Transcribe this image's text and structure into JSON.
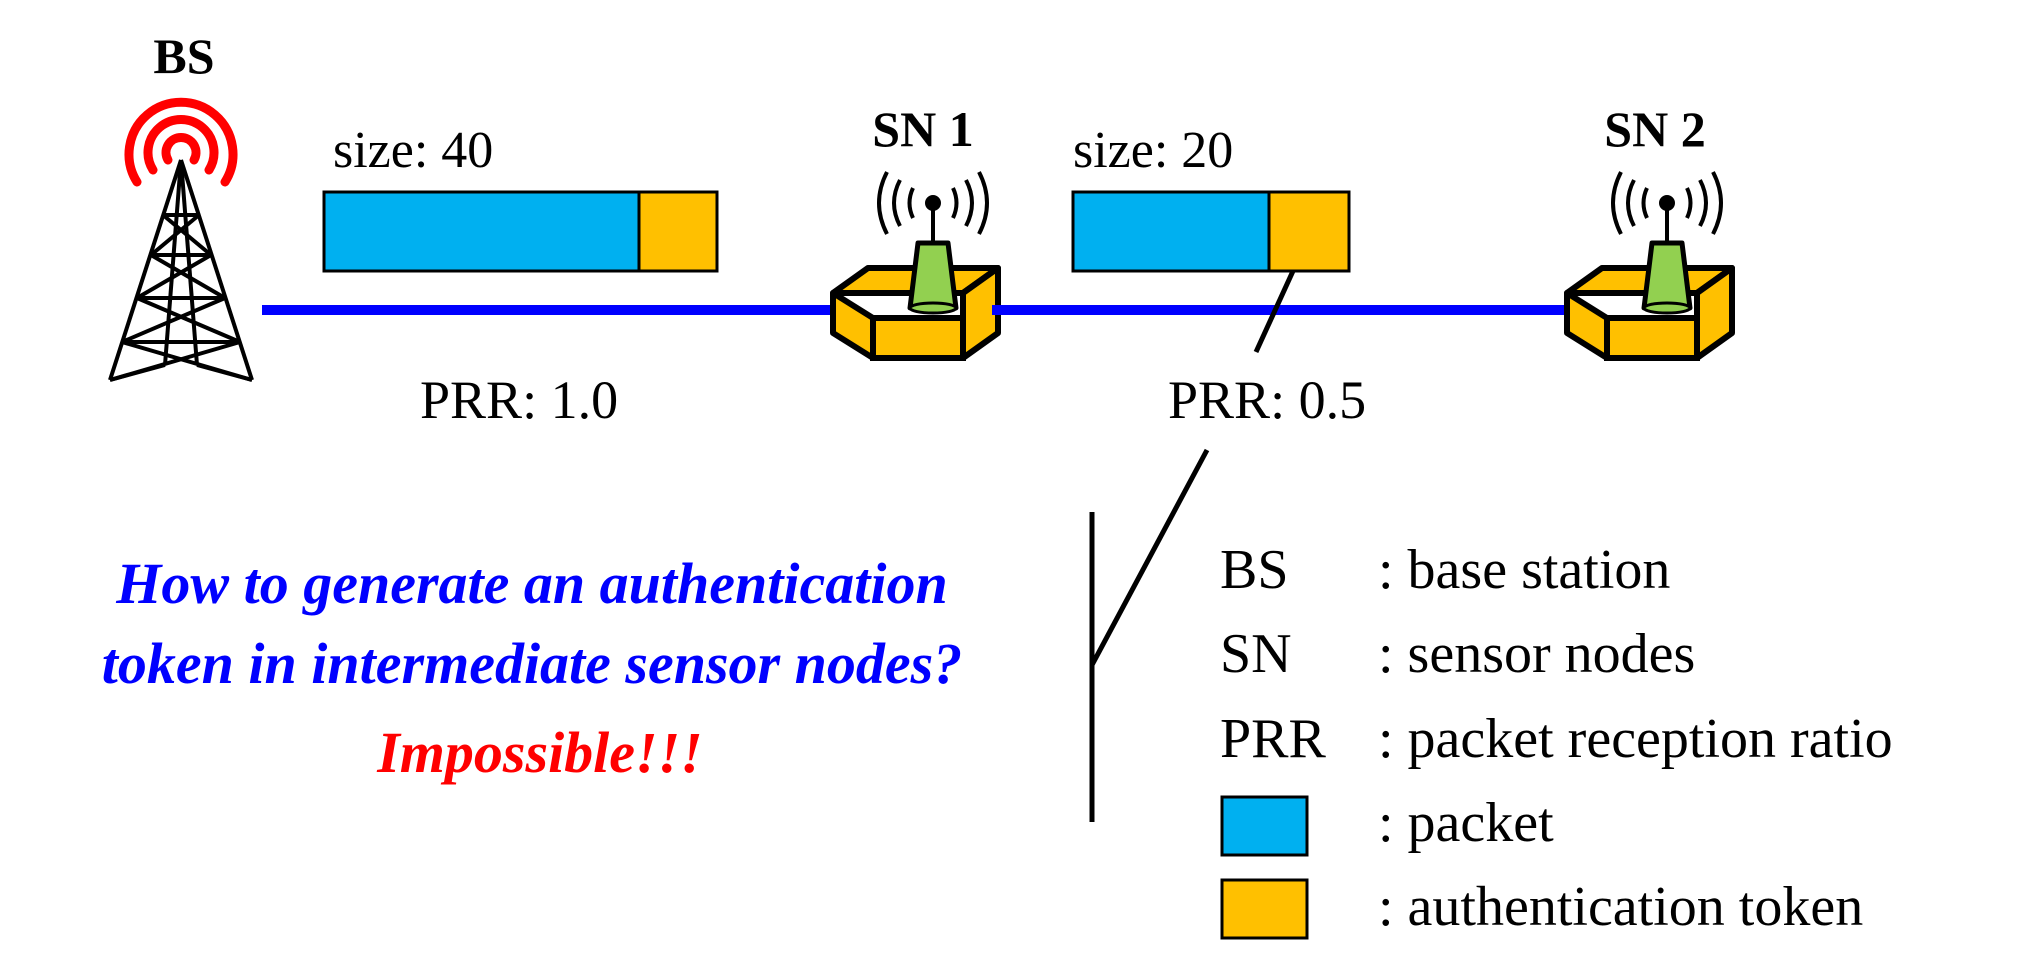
{
  "nodes": {
    "bs": {
      "label": "BS"
    },
    "sn1": {
      "label": "SN 1"
    },
    "sn2": {
      "label": "SN 2"
    }
  },
  "links": [
    {
      "packet_label": "size: 40",
      "prr_label": "PRR: 1.0"
    },
    {
      "packet_label": "size: 20",
      "prr_label": "PRR: 0.5"
    }
  ],
  "question": {
    "line1": "How to generate an authentication",
    "line2": "token in intermediate sensor nodes?",
    "answer": "Impossible!!!"
  },
  "legend": {
    "items": [
      {
        "key": "BS",
        "desc": ": base station"
      },
      {
        "key": "SN",
        "desc": ": sensor nodes"
      },
      {
        "key": "PRR",
        "desc": ": packet reception ratio"
      },
      {
        "key": "",
        "desc": ": packet"
      },
      {
        "key": "",
        "desc": ": authentication token"
      }
    ]
  },
  "colors": {
    "packet": "#00b0f0",
    "token": "#ffc000",
    "arrow": "#0000ff",
    "signal": "#ff0000",
    "antenna": "#92d050",
    "question": "#0000ff",
    "answer": "#ff0000",
    "line": "#000000"
  }
}
